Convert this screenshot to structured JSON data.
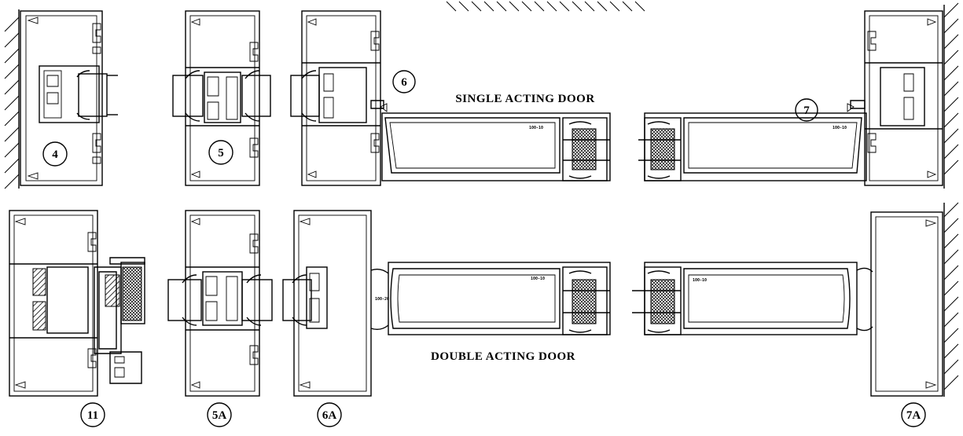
{
  "labels": {
    "single_acting": "SINGLE ACTING DOOR",
    "double_acting": "DOUBLE ACTING DOOR"
  },
  "callouts": {
    "c4": "4",
    "c5": "5",
    "c6": "6",
    "c7": "7",
    "c11": "11",
    "c5a": "5A",
    "c6a": "6A",
    "c7a": "7A"
  },
  "part_codes": {
    "top_left_leaf": "100-10",
    "top_right_leaf": "100-10",
    "bottom_left_leaf": "100-10",
    "bottom_right_leaf": "100-10",
    "bottom_left_edge": "100-20"
  }
}
